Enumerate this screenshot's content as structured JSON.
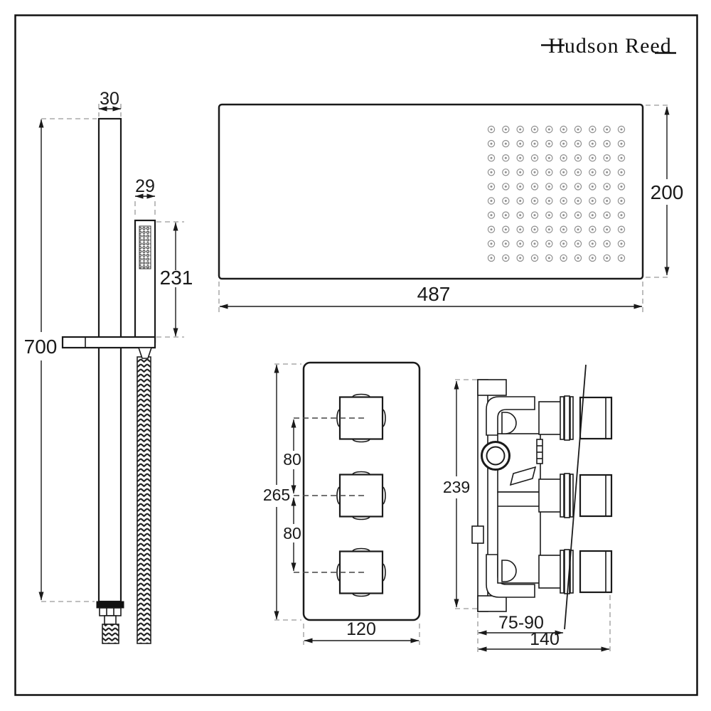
{
  "brand": {
    "name": "Hudson Reed"
  },
  "colors": {
    "line": "#1a1a1a",
    "extension_dash": "#999999",
    "nozzle": "#8f8f8f"
  },
  "views": {
    "slide_rail": {
      "rail_width": "30",
      "handset_width": "29",
      "handset_length": "231",
      "rail_height": "700"
    },
    "head_panel": {
      "width": "487",
      "height": "200",
      "nozzle_grid": {
        "rows": 10,
        "cols": 10
      }
    },
    "valve_front": {
      "knob_spacing_upper": "80",
      "knob_spacing_lower": "80",
      "height": "265",
      "width": "120"
    },
    "valve_side": {
      "height": "239",
      "wall_depth_range": "75-90",
      "total_depth": "140"
    }
  }
}
